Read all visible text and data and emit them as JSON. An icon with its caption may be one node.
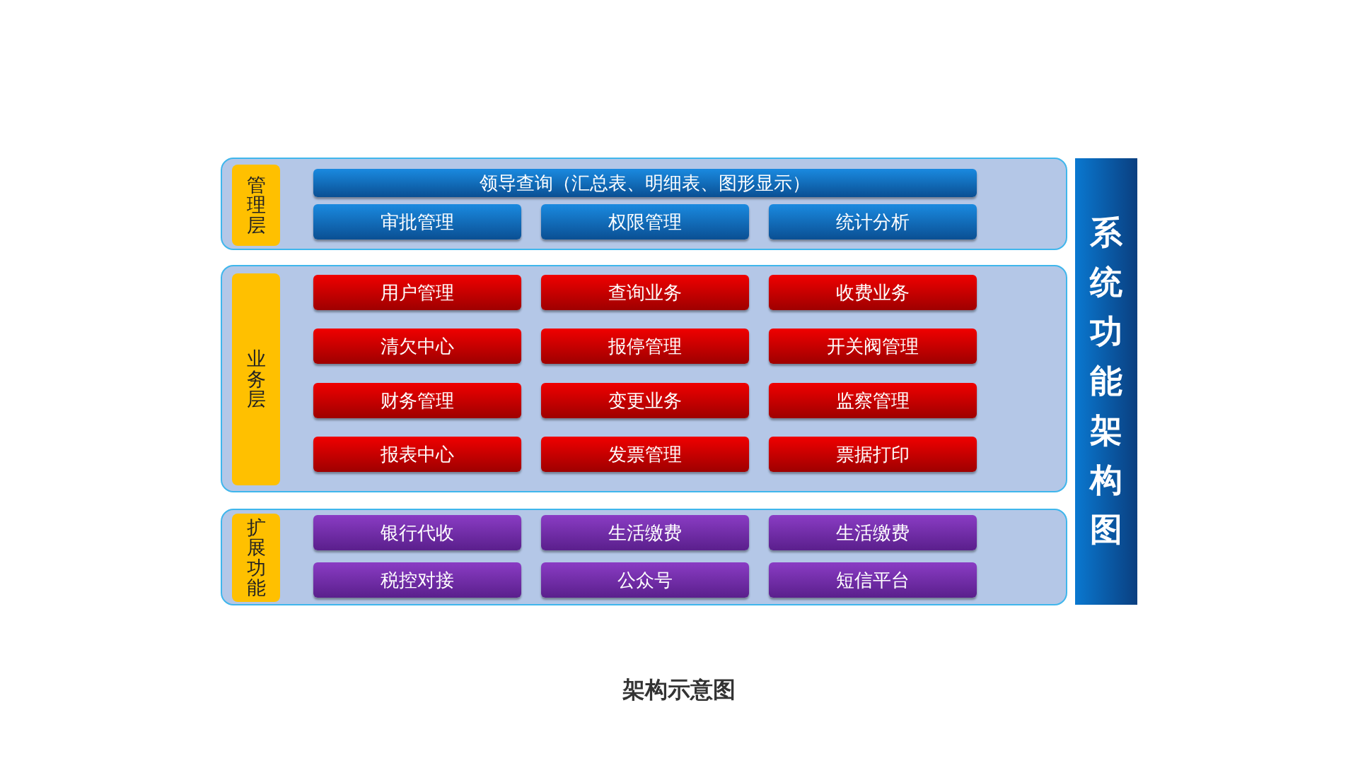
{
  "diagram": {
    "caption": "架构示意图",
    "nodes": [
      {
        "text": [
          "管理层"
        ]
      },
      {
        "text": [
          "领导查询（汇总表、明细表、图形显示）"
        ],
        "in": 0
      },
      {
        "text": [
          "审批管理"
        ],
        "in": 0
      },
      {
        "text": [
          "权限管理"
        ],
        "in": 0
      },
      {
        "text": [
          "统计分析"
        ],
        "in": 0
      },
      {
        "text": [
          "业务层"
        ]
      },
      {
        "text": [
          "用户管理"
        ],
        "in": 5
      },
      {
        "text": [
          "查询业务"
        ],
        "in": 5
      },
      {
        "text": [
          "收费业务"
        ],
        "in": 5
      },
      {
        "text": [
          "清欠中心"
        ],
        "in": 5
      },
      {
        "text": [
          "报停管理"
        ],
        "in": 5
      },
      {
        "text": [
          "开关阀管理"
        ],
        "in": 5
      },
      {
        "text": [
          "财务管理"
        ],
        "in": 5
      },
      {
        "text": [
          "变更业务"
        ],
        "in": 5
      },
      {
        "text": [
          "监察管理"
        ],
        "in": 5
      },
      {
        "text": [
          "报表中心"
        ],
        "in": 5
      },
      {
        "text": [
          "发票管理"
        ],
        "in": 5
      },
      {
        "text": [
          "票据打印"
        ],
        "in": 5
      },
      {
        "text": [
          "扩展功能"
        ]
      },
      {
        "text": [
          "银行代收"
        ],
        "in": 18
      },
      {
        "text": [
          "生活缴费"
        ],
        "in": 18
      },
      {
        "text": [
          "生活缴费"
        ],
        "in": 18
      },
      {
        "text": [
          "税控对接"
        ],
        "in": 18
      },
      {
        "text": [
          "公众号"
        ],
        "in": 18
      },
      {
        "text": [
          "短信平台"
        ],
        "in": 18
      },
      {
        "text": [
          "系统功能架构图"
        ]
      }
    ],
    "edges": []
  }
}
